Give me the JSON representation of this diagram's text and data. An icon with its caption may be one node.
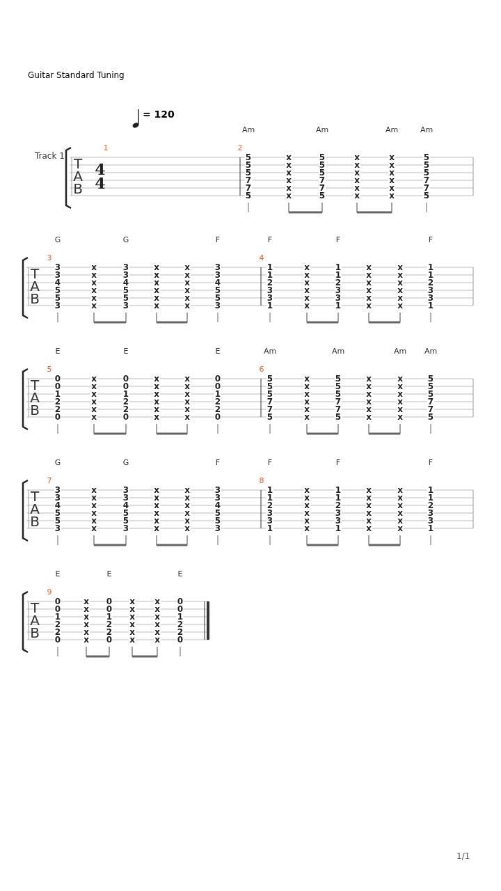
{
  "diagram": {
    "title": "Guitar Standard Tuning",
    "labels": [
      "= 120",
      "Am",
      "Am",
      "Am",
      "Am",
      "Track 1",
      "1",
      "2",
      "T",
      "A",
      "B",
      "4",
      "4",
      "5",
      "x",
      "5",
      "x",
      "x",
      "5",
      "5",
      "x",
      "5",
      "x",
      "x",
      "5",
      "5",
      "x",
      "5",
      "x",
      "x",
      "5",
      "7",
      "x",
      "7",
      "x",
      "x",
      "7",
      "7",
      "x",
      "7",
      "x",
      "x",
      "7",
      "5",
      "x",
      "5",
      "x",
      "x",
      "5",
      "G",
      "G",
      "F",
      "F",
      "F",
      "F",
      "3",
      "4",
      "T",
      "A",
      "B",
      "3",
      "x",
      "3",
      "x",
      "x",
      "3",
      "3",
      "x",
      "3",
      "x",
      "x",
      "3",
      "4",
      "x",
      "4",
      "x",
      "x",
      "4",
      "5",
      "x",
      "5",
      "x",
      "x",
      "5",
      "5",
      "x",
      "5",
      "x",
      "x",
      "5",
      "3",
      "x",
      "3",
      "x",
      "x",
      "3",
      "1",
      "x",
      "1",
      "x",
      "x",
      "1",
      "1",
      "x",
      "1",
      "x",
      "x",
      "1",
      "2",
      "x",
      "2",
      "x",
      "x",
      "2",
      "3",
      "x",
      "3",
      "x",
      "x",
      "3",
      "3",
      "x",
      "3",
      "x",
      "x",
      "3",
      "1",
      "x",
      "1",
      "x",
      "x",
      "1",
      "E",
      "E",
      "E",
      "Am",
      "Am",
      "Am",
      "Am",
      "5",
      "6",
      "T",
      "A",
      "B",
      "0",
      "x",
      "0",
      "x",
      "x",
      "0",
      "0",
      "x",
      "0",
      "x",
      "x",
      "0",
      "1",
      "x",
      "1",
      "x",
      "x",
      "1",
      "2",
      "x",
      "2",
      "x",
      "x",
      "2",
      "2",
      "x",
      "2",
      "x",
      "x",
      "2",
      "0",
      "x",
      "0",
      "x",
      "x",
      "0",
      "5",
      "x",
      "5",
      "x",
      "x",
      "5",
      "5",
      "x",
      "5",
      "x",
      "x",
      "5",
      "5",
      "x",
      "5",
      "x",
      "x",
      "5",
      "7",
      "x",
      "7",
      "x",
      "x",
      "7",
      "7",
      "x",
      "7",
      "x",
      "x",
      "7",
      "5",
      "x",
      "5",
      "x",
      "x",
      "5",
      "G",
      "G",
      "F",
      "F",
      "F",
      "F",
      "7",
      "8",
      "T",
      "A",
      "B",
      "3",
      "x",
      "3",
      "x",
      "x",
      "3",
      "3",
      "x",
      "3",
      "x",
      "x",
      "3",
      "4",
      "x",
      "4",
      "x",
      "x",
      "4",
      "5",
      "x",
      "5",
      "x",
      "x",
      "5",
      "5",
      "x",
      "5",
      "x",
      "x",
      "5",
      "3",
      "x",
      "3",
      "x",
      "x",
      "3",
      "1",
      "x",
      "1",
      "x",
      "x",
      "1",
      "1",
      "x",
      "1",
      "x",
      "x",
      "1",
      "2",
      "x",
      "2",
      "x",
      "x",
      "2",
      "3",
      "x",
      "3",
      "x",
      "x",
      "3",
      "3",
      "x",
      "3",
      "x",
      "x",
      "3",
      "1",
      "x",
      "1",
      "x",
      "x",
      "1",
      "E",
      "E",
      "E",
      "9",
      "T",
      "A",
      "B",
      "0",
      "x",
      "0",
      "x",
      "x",
      "0",
      "0",
      "x",
      "0",
      "x",
      "x",
      "0",
      "1",
      "x",
      "1",
      "x",
      "x",
      "1",
      "2",
      "x",
      "2",
      "x",
      "x",
      "2",
      "2",
      "x",
      "2",
      "x",
      "x",
      "2",
      "0",
      "x",
      "0",
      "x",
      "x",
      "0",
      "1/1"
    ]
  }
}
